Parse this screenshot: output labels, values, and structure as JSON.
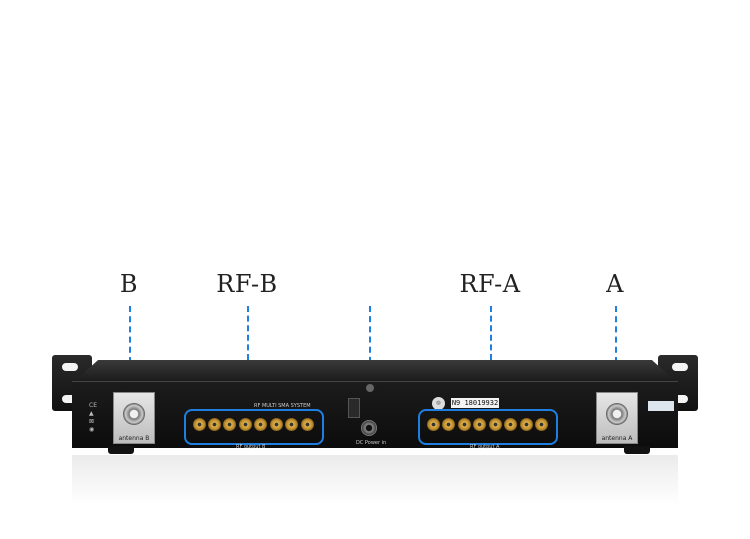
{
  "callouts": [
    {
      "label": "B"
    },
    {
      "label": "RF-B"
    },
    {
      "label": ""
    },
    {
      "label": "RF-A"
    },
    {
      "label": "A"
    }
  ],
  "device": {
    "antenna_b_label": "antenna B",
    "antenna_a_label": "antenna A",
    "system_label": "RF MULTI SMA SYSTEM",
    "output_b_label": "RF output B",
    "output_a_label": "RF output A",
    "serial_number": "N9 18019932",
    "power_label": "DC Power in"
  },
  "colors": {
    "callout_line": "#1f7fe0",
    "group_outline": "#1f7fe0",
    "chassis": "#111111",
    "connector": "#c9962f"
  },
  "icons": [
    "ce-mark-icon",
    "recycle-icon",
    "weee-bin-icon",
    "power-jack-icon"
  ]
}
